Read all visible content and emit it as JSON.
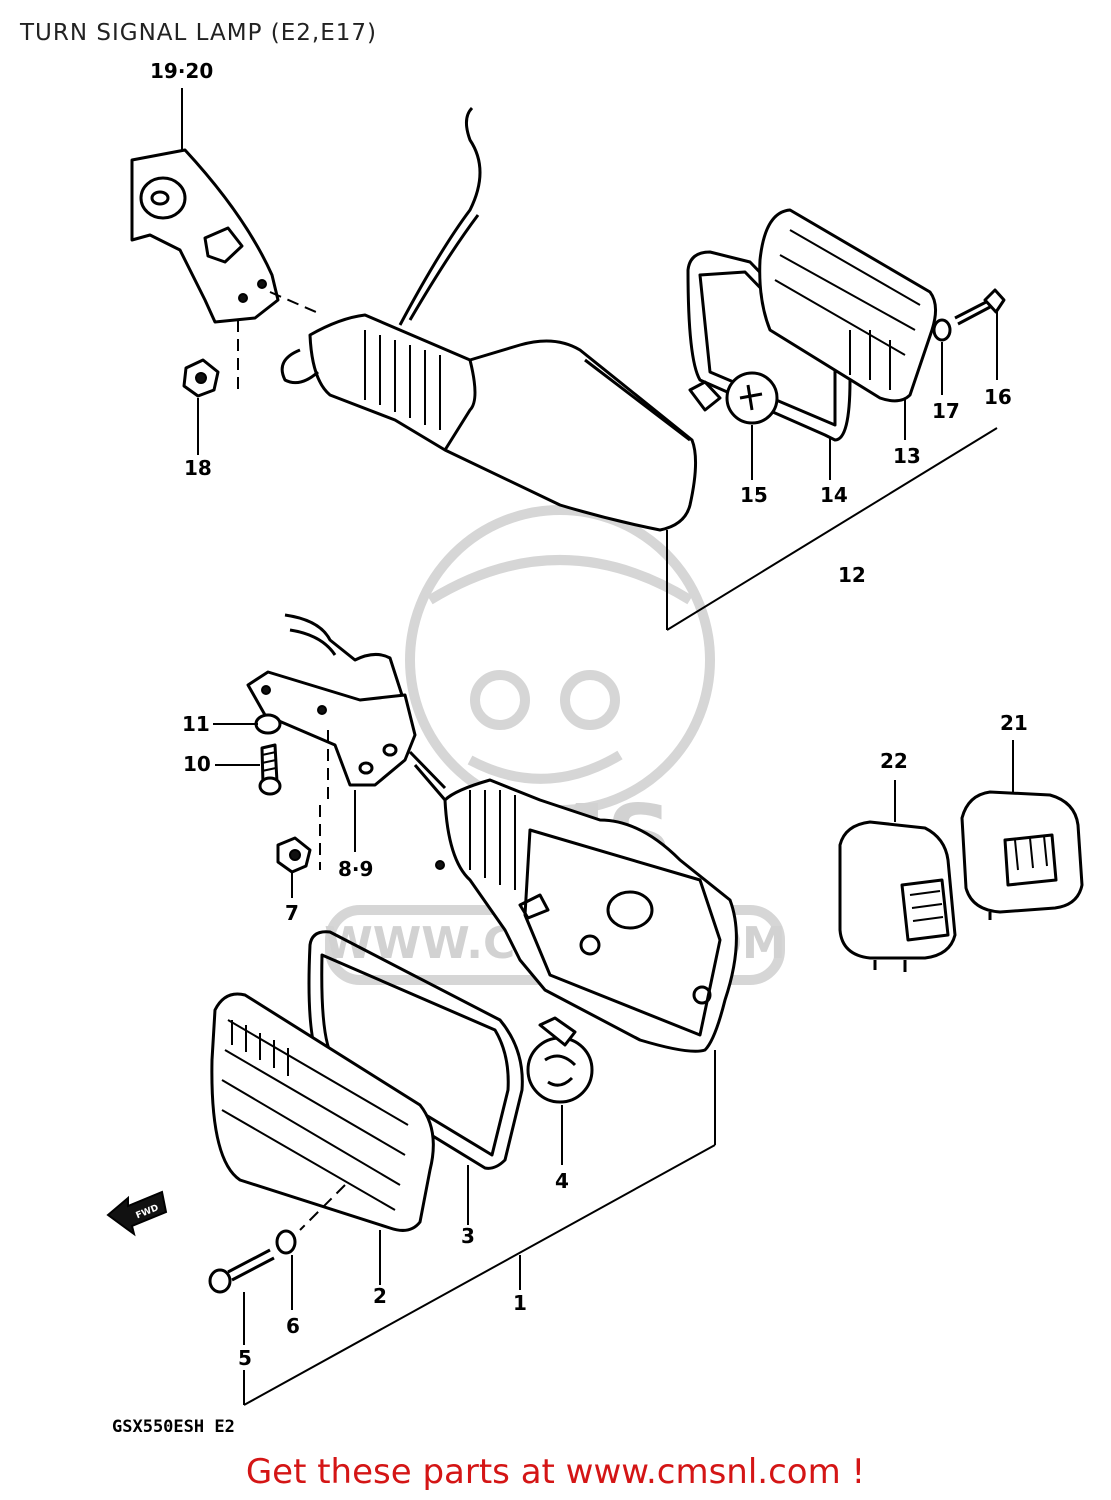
{
  "title": "TURN SIGNAL LAMP (E2,E17)",
  "model_code": "GSX550ESH E2",
  "footer": "Get these parts at www.cmsnl.com !",
  "watermark": {
    "brand": "CMS",
    "url": "WWW.CMSNL.COM"
  },
  "front_marker": "FWD",
  "callouts": {
    "c19_20": "19·20",
    "c18": "18",
    "c17": "17",
    "c16": "16",
    "c15": "15",
    "c14": "14",
    "c13": "13",
    "c12": "12",
    "c11": "11",
    "c10": "10",
    "c8_9": "8·9",
    "c7": "7",
    "c22": "22",
    "c21": "21",
    "c4": "4",
    "c3": "3",
    "c2": "2",
    "c1": "1",
    "c6": "6",
    "c5": "5"
  },
  "colors": {
    "footer": "#d41515",
    "lines": "#000000",
    "watermark": "#d6d6d6"
  }
}
